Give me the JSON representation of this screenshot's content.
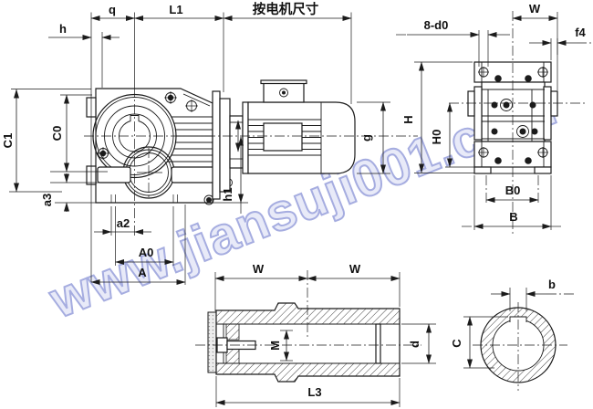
{
  "watermark": {
    "text": "www.jiansuji001.com"
  },
  "front_view": {
    "dims": {
      "q": "q",
      "L1": "L1",
      "motor_note": "按电机尺寸",
      "h": "h",
      "C1": "C1",
      "C0": "C0",
      "a3": "a3",
      "a2": "a2",
      "A0": "A0",
      "A": "A",
      "h1": "h1",
      "g": "g"
    }
  },
  "rear_view": {
    "dims": {
      "W": "W",
      "bolt_pattern": "8-d0",
      "f4": "f4",
      "H": "H",
      "H0": "H0",
      "B0": "B0",
      "B": "B"
    }
  },
  "shaft_view": {
    "dims": {
      "W_left": "W",
      "W_right": "W",
      "M": "M",
      "d": "d",
      "L3": "L3"
    }
  },
  "bore_view": {
    "dims": {
      "b": "b",
      "C": "C"
    }
  },
  "colors": {
    "line": "#1b1b1b",
    "watermark": "#a6ade0",
    "paper": "#ffffff"
  }
}
